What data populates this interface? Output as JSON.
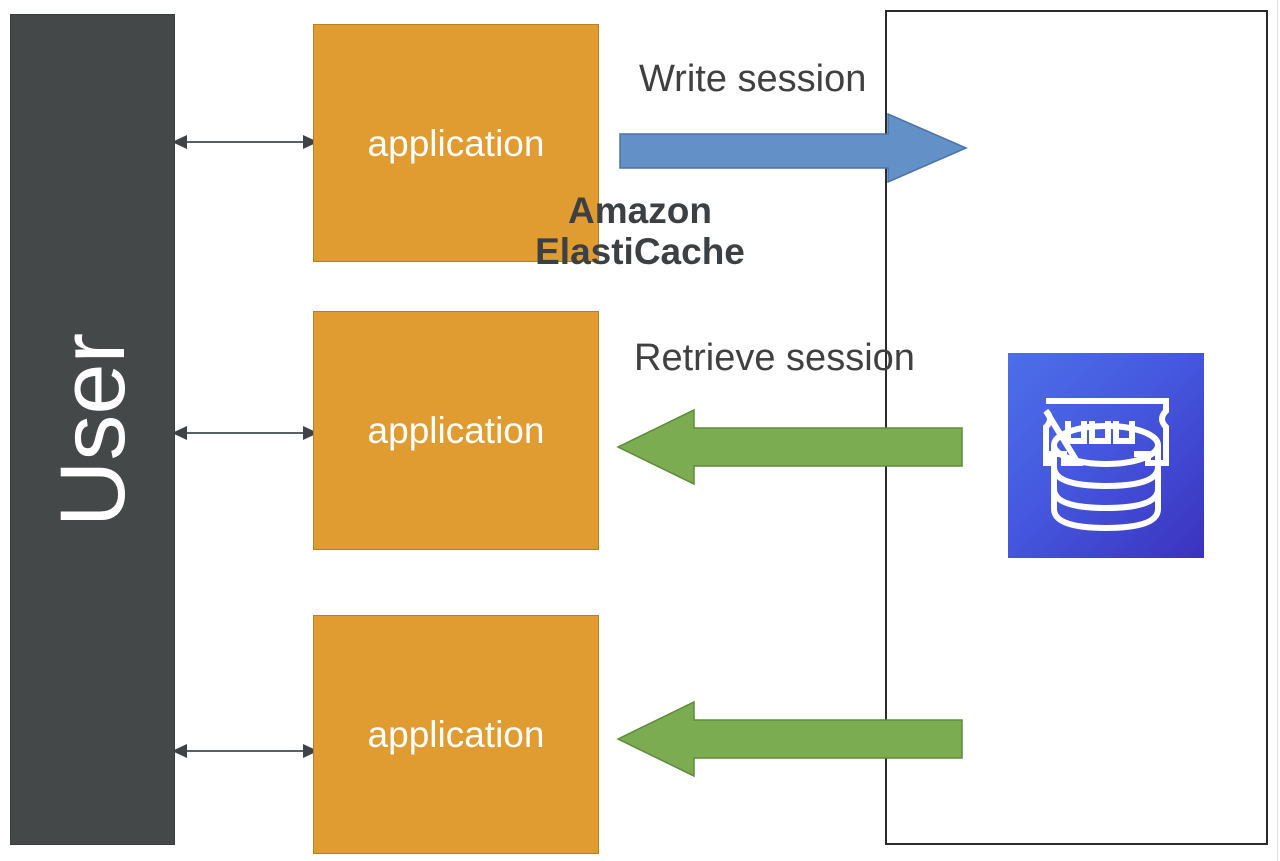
{
  "diagram": {
    "title": "Amazon ElastiCache session management diagram",
    "colors": {
      "user_bar": "#444849",
      "application_box": "#E09B31",
      "application_border": "#B8801F",
      "write_arrow": "#6490C8",
      "retrieve_arrow": "#7CAC52",
      "cache_border": "#2b2b2b",
      "icon_gradient_start": "#4D6FE8",
      "icon_gradient_end": "#3B32BE",
      "label_text": "#404040",
      "title_text": "#3C4043"
    }
  },
  "user": {
    "label": "User"
  },
  "applications": [
    {
      "label": "application"
    },
    {
      "label": "application"
    },
    {
      "label": "application"
    }
  ],
  "flows": [
    {
      "label": "Write session",
      "direction": "right",
      "color": "#6490C8"
    },
    {
      "label": "Retrieve session",
      "direction": "left",
      "color": "#7CAC52"
    }
  ],
  "cache": {
    "title_line1": "Amazon",
    "title_line2": "ElastiCache",
    "icon_name": "elasticache-icon"
  }
}
